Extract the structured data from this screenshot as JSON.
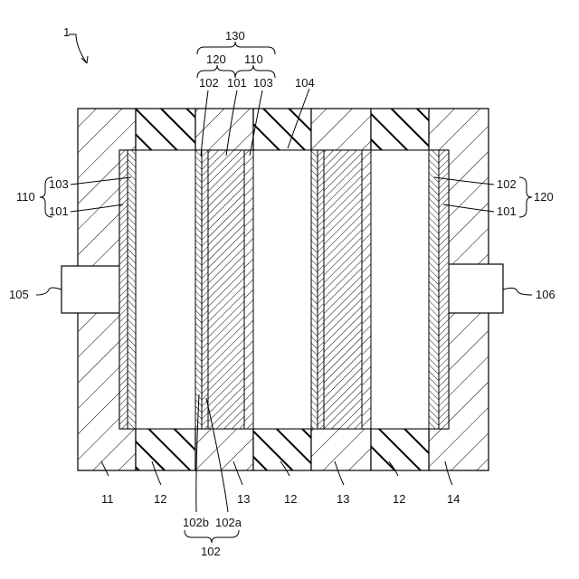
{
  "labels": {
    "device": "1",
    "l130": "130",
    "l120_top": "120",
    "l110_top": "110",
    "l102_top": "102",
    "l101_top": "101",
    "l103_top": "103",
    "l104": "104",
    "l110_left": "110",
    "l103_left": "103",
    "l101_left": "101",
    "l102_right": "102",
    "l101_right": "101",
    "l120_right": "120",
    "l105": "105",
    "l106": "106",
    "b11": "11",
    "b12a": "12",
    "b13a": "13",
    "b12b": "12",
    "b13b": "13",
    "b12c": "12",
    "b14": "14",
    "l102b": "102b",
    "l102a": "102a",
    "l102_bottom": "102"
  }
}
